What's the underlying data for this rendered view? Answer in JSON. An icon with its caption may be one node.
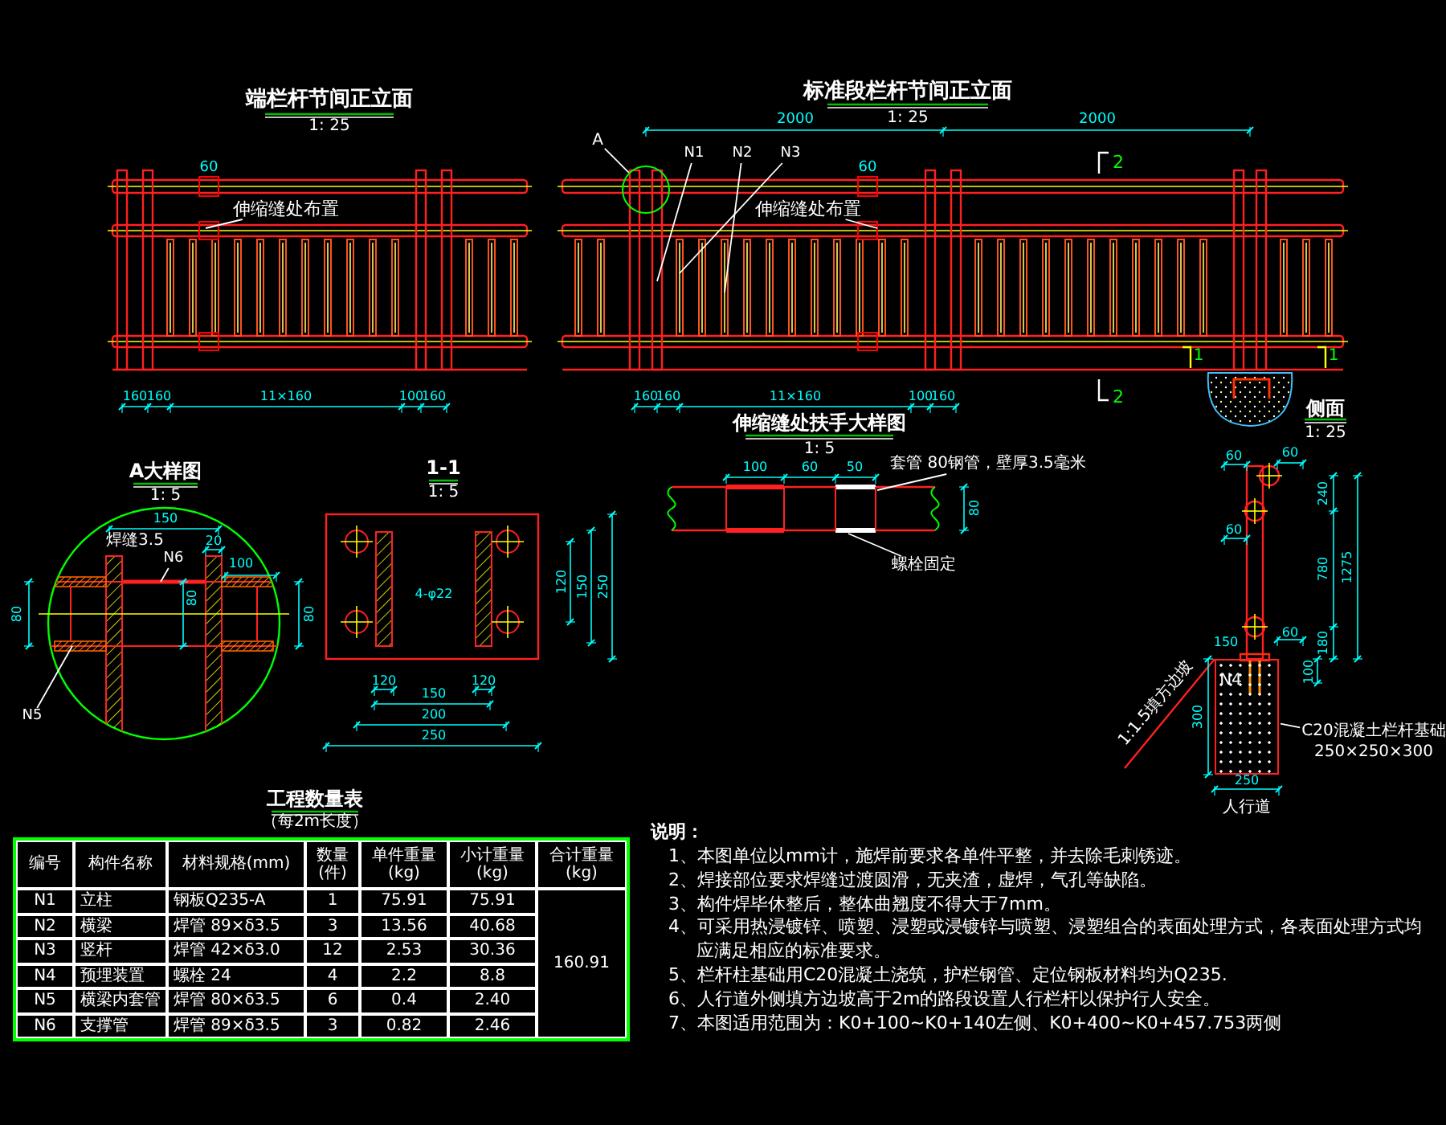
{
  "diagram": {
    "nodes": [
      {
        "text": [
          "A"
        ]
      },
      {
        "text": [],
        "shape": "circle"
      },
      {
        "text": [
          "N1"
        ]
      },
      {
        "text": [
          "N2"
        ]
      },
      {
        "text": [
          "N3"
        ]
      },
      {
        "text": [
          "伸缩缝处布置"
        ]
      },
      {
        "text": [
          "伸缩缝处布置"
        ]
      },
      {
        "text": [
          "套管 80钢管，壁厚3.5毫米"
        ]
      },
      {
        "text": [
          "螺栓固定"
        ]
      },
      {
        "text": [
          "N6"
        ]
      },
      {
        "text": [
          "N5"
        ]
      },
      {
        "text": [
          "C20混凝土栏杆基础",
          "250×250×300"
        ]
      },
      {
        "text": [],
        "shape": "box"
      }
    ],
    "edges": [
      {
        "from": 0,
        "to": 1,
        "arrow": "none"
      },
      {
        "from": 2,
        "to": null,
        "arrow": "none"
      },
      {
        "from": 3,
        "to": null,
        "arrow": "none"
      },
      {
        "from": 4,
        "to": null,
        "arrow": "none"
      },
      {
        "from": 5,
        "to": null,
        "arrow": "none"
      },
      {
        "from": 6,
        "to": null,
        "arrow": "none"
      },
      {
        "from": 7,
        "to": null,
        "arrow": "none"
      },
      {
        "from": 8,
        "to": null,
        "arrow": "none"
      },
      {
        "from": 9,
        "to": null,
        "arrow": "none"
      },
      {
        "from": 10,
        "to": null,
        "arrow": "none"
      },
      {
        "from": 11,
        "to": 12,
        "arrow": "none"
      }
    ],
    "labels": [
      "端栏杆节间正立面",
      "标准段栏杆节间正立面",
      "1: 25",
      "2000",
      "1: 25",
      "2000",
      "60",
      "60",
      "2",
      "160",
      "160",
      "11×160",
      "100",
      "160",
      "160",
      "160",
      "11×160",
      "100",
      "160",
      "1",
      "1",
      "2",
      "侧面",
      "1: 25",
      "伸缩缝处扶手大样图",
      "1: 5",
      "100",
      "60",
      "50",
      "80",
      "A大样图",
      "1: 5",
      "150",
      "焊缝3.5",
      "20",
      "100",
      "80",
      "80",
      "80",
      "1-1",
      "1: 5",
      "120",
      "150",
      "250",
      "120",
      "120",
      "150",
      "200",
      "250",
      "4-φ22",
      "60",
      "60",
      "240",
      "780",
      "1275",
      "60",
      "60",
      "180",
      "150",
      "100",
      "300",
      "N4",
      "1:1.5填方边坡",
      "250",
      "人行道",
      "工程数量表",
      "（每2m长度）",
      "编号",
      "构件名称",
      "材料规格(mm)",
      "数量(件)",
      "单件重量(kg)",
      "小计重量(kg)",
      "合计重量(kg)",
      "N1",
      "立柱",
      "钢板Q235-A",
      "1",
      "75.91",
      "75.91",
      "160.91",
      "N2",
      "横梁",
      "焊管 89×δ3.5",
      "3",
      "13.56",
      "40.68",
      "N3",
      "竖杆",
      "焊管 42×δ3.0",
      "12",
      "2.53",
      "30.36",
      "N4",
      "预埋装置",
      "螺栓 24",
      "4",
      "2.2",
      "8.8",
      "N5",
      "横梁内套管",
      "焊管 80×δ3.5",
      "6",
      "0.4",
      "2.40",
      "N6",
      "支撑管",
      "焊管 89×δ3.5",
      "3",
      "0.82",
      "2.46",
      "说明：",
      "1、本图单位以mm计，施焊前要求各单件平整，并去除毛刺锈迹。",
      "2、焊接部位要求焊缝过渡圆滑，无夹渣，虚焊，气孔等缺陷。",
      "3、构件焊毕休整后，整体曲翘度不得大于7mm。",
      "4、可采用热浸镀锌、喷塑、浸塑或浸镀锌与喷塑、浸塑组合的表面处理方式，各表面处理方式均应满足相应的标准要求。",
      "5、栏杆柱基础用C20混凝土浇筑，护栏钢管、定位钢板材料均为Q235.",
      "6、人行道外侧填方边坡高于2m的路段设置人行栏杆以保护行人安全。",
      "7、本图适用范围为：K0+100~K0+140左侧、K0+400~K0+457.753两侧"
    ]
  }
}
